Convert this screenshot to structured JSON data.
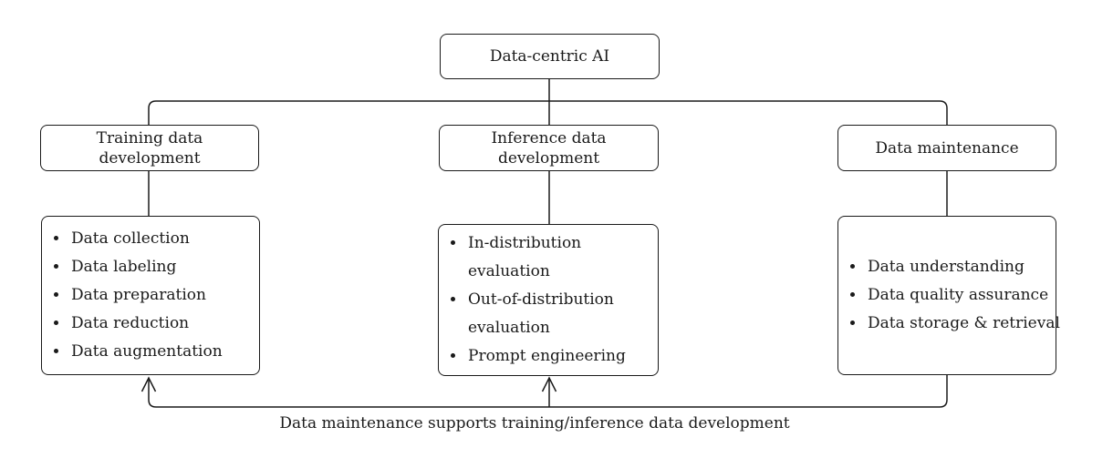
{
  "root_box": {
    "label": "Data-centric AI"
  },
  "branches": [
    {
      "title": "Training data development",
      "items": [
        "Data collection",
        "Data labeling",
        "Data preparation",
        "Data reduction",
        "Data augmentation"
      ]
    },
    {
      "title": "Inference data development",
      "items": [
        "In-distribution\nevaluation",
        "Out-of-distribution\nevaluation",
        "Prompt engineering"
      ]
    },
    {
      "title": "Data maintenance",
      "items": [
        "Data understanding",
        "Data quality assurance",
        "Data storage & retrieval"
      ]
    }
  ],
  "caption": "Data maintenance supports training/inference data development",
  "colors": {
    "line": "#1a1a1a",
    "text": "#1a1a1a",
    "background": "#ffffff"
  }
}
